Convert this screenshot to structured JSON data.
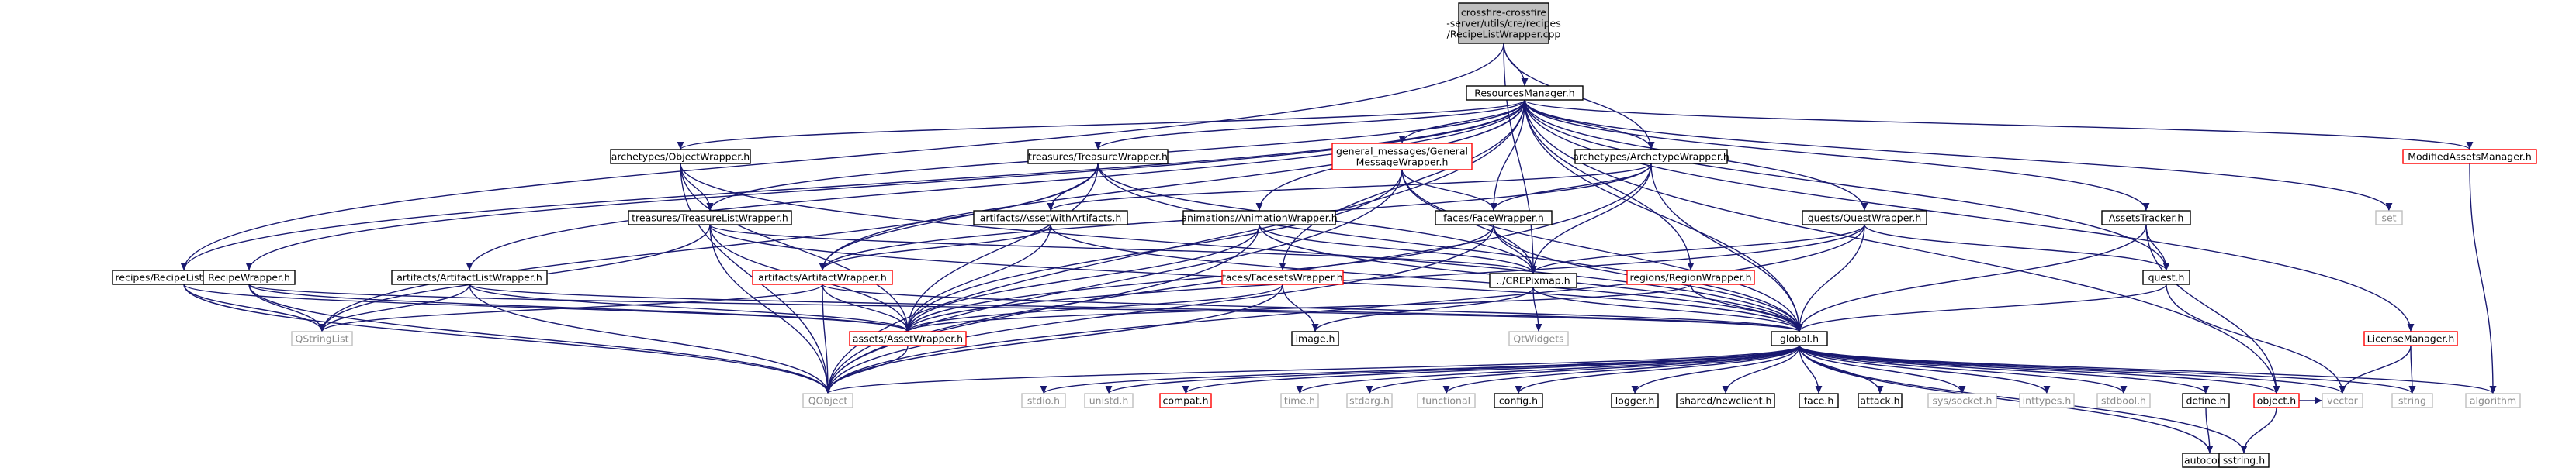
{
  "colors": {
    "edge": "#191970",
    "root_fill": "#bfbfbf",
    "border_normal": "#000000",
    "border_red": "#ff0000",
    "border_gray": "#bfbfbf"
  },
  "nodes": [
    {
      "id": "root",
      "lines": [
        "crossfire-crossfire",
        "-server/utils/cre/recipes",
        "/RecipeListWrapper.cpp"
      ],
      "style": "root"
    },
    {
      "id": "resmgr",
      "lines": [
        "ResourcesManager.h"
      ],
      "style": "normal"
    },
    {
      "id": "objwrap",
      "lines": [
        "archetypes/ObjectWrapper.h"
      ],
      "style": "normal"
    },
    {
      "id": "treawrap",
      "lines": [
        "treasures/TreasureWrapper.h"
      ],
      "style": "normal"
    },
    {
      "id": "genmsg",
      "lines": [
        "general_messages/General",
        "MessageWrapper.h"
      ],
      "style": "red"
    },
    {
      "id": "archwrap",
      "lines": [
        "archetypes/ArchetypeWrapper.h"
      ],
      "style": "normal"
    },
    {
      "id": "modassets",
      "lines": [
        "ModifiedAssetsManager.h"
      ],
      "style": "red"
    },
    {
      "id": "set",
      "lines": [
        "set"
      ],
      "style": "gray"
    },
    {
      "id": "artwithart",
      "lines": [
        "artifacts/AssetWithArtifacts.h"
      ],
      "style": "normal"
    },
    {
      "id": "animwrap",
      "lines": [
        "animations/AnimationWrapper.h"
      ],
      "style": "normal"
    },
    {
      "id": "facewrap",
      "lines": [
        "faces/FaceWrapper.h"
      ],
      "style": "normal"
    },
    {
      "id": "questwrap",
      "lines": [
        "quests/QuestWrapper.h"
      ],
      "style": "normal"
    },
    {
      "id": "assetstracker",
      "lines": [
        "AssetsTracker.h"
      ],
      "style": "normal"
    },
    {
      "id": "treaslist",
      "lines": [
        "treasures/TreasureListWrapper.h"
      ],
      "style": "normal"
    },
    {
      "id": "recipelist",
      "lines": [
        "recipes/RecipeListWrapper.h"
      ],
      "style": "normal"
    },
    {
      "id": "recipewrap",
      "lines": [
        "RecipeWrapper.h"
      ],
      "style": "normal"
    },
    {
      "id": "artlist",
      "lines": [
        "artifacts/ArtifactListWrapper.h"
      ],
      "style": "normal"
    },
    {
      "id": "artwrap",
      "lines": [
        "artifacts/ArtifactWrapper.h"
      ],
      "style": "red"
    },
    {
      "id": "facesets",
      "lines": [
        "faces/FacesetsWrapper.h"
      ],
      "style": "red"
    },
    {
      "id": "crepix",
      "lines": [
        "../CREPixmap.h"
      ],
      "style": "normal"
    },
    {
      "id": "regionwrap",
      "lines": [
        "regions/RegionWrapper.h"
      ],
      "style": "red"
    },
    {
      "id": "quest",
      "lines": [
        "quest.h"
      ],
      "style": "normal"
    },
    {
      "id": "licmgr",
      "lines": [
        "LicenseManager.h"
      ],
      "style": "red"
    },
    {
      "id": "qstringlist",
      "lines": [
        "QStringList"
      ],
      "style": "gray"
    },
    {
      "id": "assetwrap",
      "lines": [
        "assets/AssetWrapper.h"
      ],
      "style": "red"
    },
    {
      "id": "imageh",
      "lines": [
        "image.h"
      ],
      "style": "normal"
    },
    {
      "id": "qwidgets",
      "lines": [
        "QtWidgets"
      ],
      "style": "gray"
    },
    {
      "id": "global",
      "lines": [
        "global.h"
      ],
      "style": "normal"
    },
    {
      "id": "qobject",
      "lines": [
        "QObject"
      ],
      "style": "gray"
    },
    {
      "id": "stdio",
      "lines": [
        "stdio.h"
      ],
      "style": "gray"
    },
    {
      "id": "unistd",
      "lines": [
        "unistd.h"
      ],
      "style": "gray"
    },
    {
      "id": "compat",
      "lines": [
        "compat.h"
      ],
      "style": "red"
    },
    {
      "id": "timeh",
      "lines": [
        "time.h"
      ],
      "style": "gray"
    },
    {
      "id": "stdarg",
      "lines": [
        "stdarg.h"
      ],
      "style": "gray"
    },
    {
      "id": "functional",
      "lines": [
        "functional"
      ],
      "style": "gray"
    },
    {
      "id": "config",
      "lines": [
        "config.h"
      ],
      "style": "normal"
    },
    {
      "id": "logger",
      "lines": [
        "logger.h"
      ],
      "style": "normal"
    },
    {
      "id": "shared",
      "lines": [
        "shared/newclient.h"
      ],
      "style": "normal"
    },
    {
      "id": "face",
      "lines": [
        "face.h"
      ],
      "style": "normal"
    },
    {
      "id": "attack",
      "lines": [
        "attack.h"
      ],
      "style": "normal"
    },
    {
      "id": "syssocket",
      "lines": [
        "sys/socket.h"
      ],
      "style": "gray"
    },
    {
      "id": "inttypes",
      "lines": [
        "inttypes.h"
      ],
      "style": "gray"
    },
    {
      "id": "stdbool",
      "lines": [
        "stdbool.h"
      ],
      "style": "gray"
    },
    {
      "id": "define",
      "lines": [
        "define.h"
      ],
      "style": "normal"
    },
    {
      "id": "object",
      "lines": [
        "object.h"
      ],
      "style": "red"
    },
    {
      "id": "vector",
      "lines": [
        "vector"
      ],
      "style": "gray"
    },
    {
      "id": "string",
      "lines": [
        "string"
      ],
      "style": "gray"
    },
    {
      "id": "algorithm",
      "lines": [
        "algorithm"
      ],
      "style": "gray"
    },
    {
      "id": "autoconf",
      "lines": [
        "autoconf.h"
      ],
      "style": "normal"
    },
    {
      "id": "sstring",
      "lines": [
        "sstring.h"
      ],
      "style": "normal"
    }
  ],
  "edges": [
    [
      "root",
      "resmgr"
    ],
    [
      "root",
      "archwrap"
    ],
    [
      "root",
      "recipelist"
    ],
    [
      "root",
      "crepix"
    ],
    [
      "resmgr",
      "objwrap"
    ],
    [
      "resmgr",
      "treawrap"
    ],
    [
      "resmgr",
      "genmsg"
    ],
    [
      "resmgr",
      "archwrap"
    ],
    [
      "resmgr",
      "modassets"
    ],
    [
      "resmgr",
      "set"
    ],
    [
      "resmgr",
      "animwrap"
    ],
    [
      "resmgr",
      "facewrap"
    ],
    [
      "resmgr",
      "questwrap"
    ],
    [
      "resmgr",
      "assetstracker"
    ],
    [
      "resmgr",
      "treaslist"
    ],
    [
      "resmgr",
      "recipelist"
    ],
    [
      "resmgr",
      "recipewrap"
    ],
    [
      "resmgr",
      "artlist"
    ],
    [
      "resmgr",
      "artwrap"
    ],
    [
      "resmgr",
      "facesets"
    ],
    [
      "resmgr",
      "regionwrap"
    ],
    [
      "resmgr",
      "quest"
    ],
    [
      "resmgr",
      "licmgr"
    ],
    [
      "resmgr",
      "global"
    ],
    [
      "resmgr",
      "object"
    ],
    [
      "resmgr",
      "qobject"
    ],
    [
      "objwrap",
      "treaslist"
    ],
    [
      "objwrap",
      "assetwrap"
    ],
    [
      "objwrap",
      "qobject"
    ],
    [
      "objwrap",
      "global"
    ],
    [
      "treawrap",
      "artwithart"
    ],
    [
      "treawrap",
      "artwrap"
    ],
    [
      "treawrap",
      "assetwrap"
    ],
    [
      "treawrap",
      "crepix"
    ],
    [
      "treawrap",
      "global"
    ],
    [
      "treawrap",
      "qstringlist"
    ],
    [
      "genmsg",
      "facewrap"
    ],
    [
      "genmsg",
      "crepix"
    ],
    [
      "genmsg",
      "assetwrap"
    ],
    [
      "genmsg",
      "qobject"
    ],
    [
      "genmsg",
      "global"
    ],
    [
      "archwrap",
      "artwithart"
    ],
    [
      "archwrap",
      "facewrap"
    ],
    [
      "archwrap",
      "crepix"
    ],
    [
      "archwrap",
      "global"
    ],
    [
      "archwrap",
      "qobject"
    ],
    [
      "archwrap",
      "artwrap"
    ],
    [
      "modassets",
      "algorithm"
    ],
    [
      "artwithart",
      "artwrap"
    ],
    [
      "artwithart",
      "assetwrap"
    ],
    [
      "artwithart",
      "global"
    ],
    [
      "animwrap",
      "crepix"
    ],
    [
      "animwrap",
      "assetwrap"
    ],
    [
      "animwrap",
      "qobject"
    ],
    [
      "animwrap",
      "global"
    ],
    [
      "facewrap",
      "crepix"
    ],
    [
      "facewrap",
      "assetwrap"
    ],
    [
      "facewrap",
      "global"
    ],
    [
      "facewrap",
      "qobject"
    ],
    [
      "questwrap",
      "crepix"
    ],
    [
      "questwrap",
      "quest"
    ],
    [
      "questwrap",
      "global"
    ],
    [
      "questwrap",
      "assetwrap"
    ],
    [
      "questwrap",
      "qobject"
    ],
    [
      "assetstracker",
      "quest"
    ],
    [
      "assetstracker",
      "object"
    ],
    [
      "assetstracker",
      "global"
    ],
    [
      "treaslist",
      "qstringlist"
    ],
    [
      "treaslist",
      "assetwrap"
    ],
    [
      "treaslist",
      "qobject"
    ],
    [
      "treaslist",
      "global"
    ],
    [
      "treaslist",
      "crepix"
    ],
    [
      "recipelist",
      "qstringlist"
    ],
    [
      "recipelist",
      "qobject"
    ],
    [
      "recipelist",
      "assetwrap"
    ],
    [
      "recipewrap",
      "qstringlist"
    ],
    [
      "recipewrap",
      "qobject"
    ],
    [
      "recipewrap",
      "assetwrap"
    ],
    [
      "recipewrap",
      "global"
    ],
    [
      "artlist",
      "qstringlist"
    ],
    [
      "artlist",
      "assetwrap"
    ],
    [
      "artlist",
      "qobject"
    ],
    [
      "artlist",
      "global"
    ],
    [
      "artwrap",
      "assetwrap"
    ],
    [
      "artwrap",
      "qobject"
    ],
    [
      "artwrap",
      "global"
    ],
    [
      "artwrap",
      "qstringlist"
    ],
    [
      "facesets",
      "imageh"
    ],
    [
      "facesets",
      "assetwrap"
    ],
    [
      "facesets",
      "qobject"
    ],
    [
      "crepix",
      "qwidgets"
    ],
    [
      "crepix",
      "imageh"
    ],
    [
      "crepix",
      "global"
    ],
    [
      "regionwrap",
      "global"
    ],
    [
      "regionwrap",
      "assetwrap"
    ],
    [
      "quest",
      "global"
    ],
    [
      "quest",
      "vector"
    ],
    [
      "licmgr",
      "vector"
    ],
    [
      "licmgr",
      "string"
    ],
    [
      "assetwrap",
      "qobject"
    ],
    [
      "global",
      "stdio"
    ],
    [
      "global",
      "unistd"
    ],
    [
      "global",
      "compat"
    ],
    [
      "global",
      "timeh"
    ],
    [
      "global",
      "stdarg"
    ],
    [
      "global",
      "functional"
    ],
    [
      "global",
      "config"
    ],
    [
      "global",
      "logger"
    ],
    [
      "global",
      "shared"
    ],
    [
      "global",
      "face"
    ],
    [
      "global",
      "attack"
    ],
    [
      "global",
      "syssocket"
    ],
    [
      "global",
      "inttypes"
    ],
    [
      "global",
      "stdbool"
    ],
    [
      "global",
      "define"
    ],
    [
      "global",
      "object"
    ],
    [
      "global",
      "vector"
    ],
    [
      "global",
      "string"
    ],
    [
      "global",
      "algorithm"
    ],
    [
      "global",
      "autoconf"
    ],
    [
      "global",
      "sstring"
    ],
    [
      "global",
      "qobject"
    ],
    [
      "define",
      "autoconf"
    ],
    [
      "object",
      "sstring"
    ],
    [
      "object",
      "vector"
    ]
  ]
}
